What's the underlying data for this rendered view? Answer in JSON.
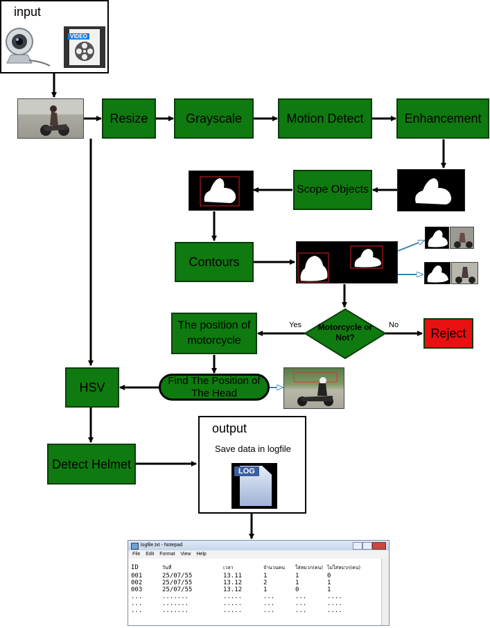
{
  "input": {
    "title": "input",
    "video_badge": "VIDEO"
  },
  "nodes": {
    "resize": "Resize",
    "grayscale": "Grayscale",
    "motion_detect": "Motion Detect",
    "enhancement": "Enhancement",
    "scope_objects": "Scope Objects",
    "contours": "Contours",
    "decision": "Motorcycle or Not?",
    "reject": "Reject",
    "position_motorcycle": "The position of motorcycle",
    "find_head": "Find The Position of The Head",
    "hsv": "HSV",
    "detect_helmet": "Detect Helmet"
  },
  "edge_labels": {
    "yes": "Yes",
    "no": "No"
  },
  "output": {
    "title": "output",
    "subtitle": "Save data in logfile",
    "log_icon_label": "LOG"
  },
  "notepad": {
    "window_title": "logfile.txt - Notepad",
    "menu": [
      "File",
      "Edit",
      "Format",
      "View",
      "Help"
    ],
    "headers": [
      "ID",
      "วันที่",
      "เวลา",
      "จำนวนคน",
      "ใส่หมวก(คน)",
      "ไม่ใส่หมวก(คน)"
    ],
    "rows": [
      [
        "001",
        "25/07/55",
        "13.11",
        "1",
        "1",
        "0"
      ],
      [
        "002",
        "25/07/55",
        "13.12",
        "2",
        "1",
        "1"
      ],
      [
        "003",
        "25/07/55",
        "13.12",
        "1",
        "0",
        "1"
      ],
      [
        "...",
        ".......",
        ".....",
        "...",
        "...",
        "...."
      ],
      [
        "...",
        ".......",
        ".....",
        "...",
        "...",
        "...."
      ],
      [
        "...",
        ".......",
        ".....",
        "...",
        "...",
        "...."
      ]
    ]
  },
  "colors": {
    "process_fill": "#0f7a0f",
    "reject_fill": "#e81010",
    "arrow": "#000000",
    "blue_arrow": "#3a7fb0"
  }
}
